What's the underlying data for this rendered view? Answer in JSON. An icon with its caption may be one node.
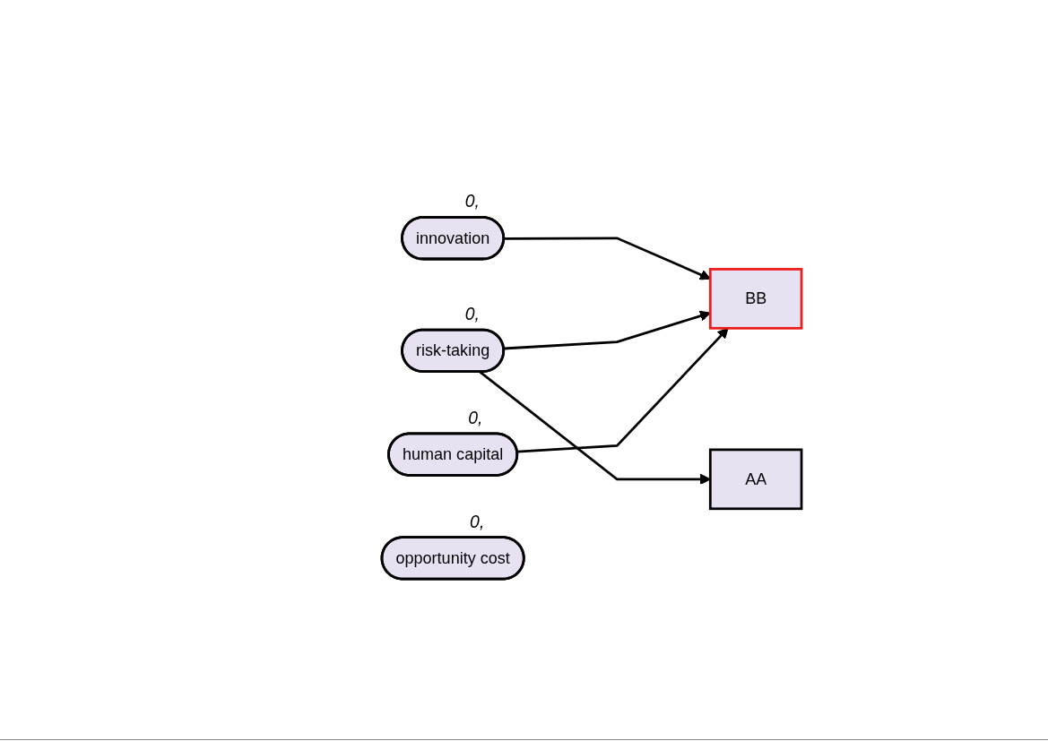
{
  "diagram": {
    "nodes": [
      {
        "text": [
          "innovation"
        ],
        "beside": [
          "0,"
        ]
      },
      {
        "text": [
          "AA"
        ]
      },
      {
        "text": [
          "risk-taking"
        ],
        "beside": [
          "0,"
        ]
      },
      {
        "text": [
          "BB"
        ]
      },
      {
        "text": [
          "opportunity cost"
        ],
        "beside": [
          "0,"
        ]
      },
      {
        "text": [
          "human capital"
        ],
        "beside": [
          "0,"
        ]
      }
    ],
    "edges": [
      {
        "from": 0,
        "to": 3,
        "arrow": "to"
      },
      {
        "from": 2,
        "to": 1,
        "arrow": "to"
      },
      {
        "from": 2,
        "to": 3,
        "arrow": "to"
      },
      {
        "from": 5,
        "to": 3,
        "arrow": "to"
      }
    ]
  }
}
